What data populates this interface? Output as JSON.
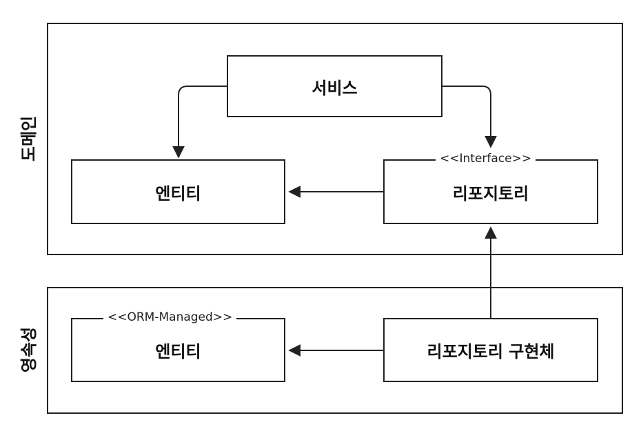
{
  "layers": {
    "domain": {
      "label": "도메인"
    },
    "persistence": {
      "label": "영속성"
    }
  },
  "boxes": {
    "service": {
      "label": "서비스"
    },
    "domain_entity": {
      "label": "엔티티"
    },
    "repository": {
      "label": "리포지토리",
      "stereotype": "<<Interface>>"
    },
    "orm_entity": {
      "label": "엔티티",
      "stereotype": "<<ORM-Managed>>"
    },
    "repository_impl": {
      "label": "리포지토리 구현체"
    }
  },
  "arrows": [
    {
      "from": "service",
      "to": "domain_entity"
    },
    {
      "from": "service",
      "to": "repository"
    },
    {
      "from": "repository",
      "to": "domain_entity"
    },
    {
      "from": "repository_impl",
      "to": "repository"
    },
    {
      "from": "repository_impl",
      "to": "orm_entity"
    }
  ]
}
